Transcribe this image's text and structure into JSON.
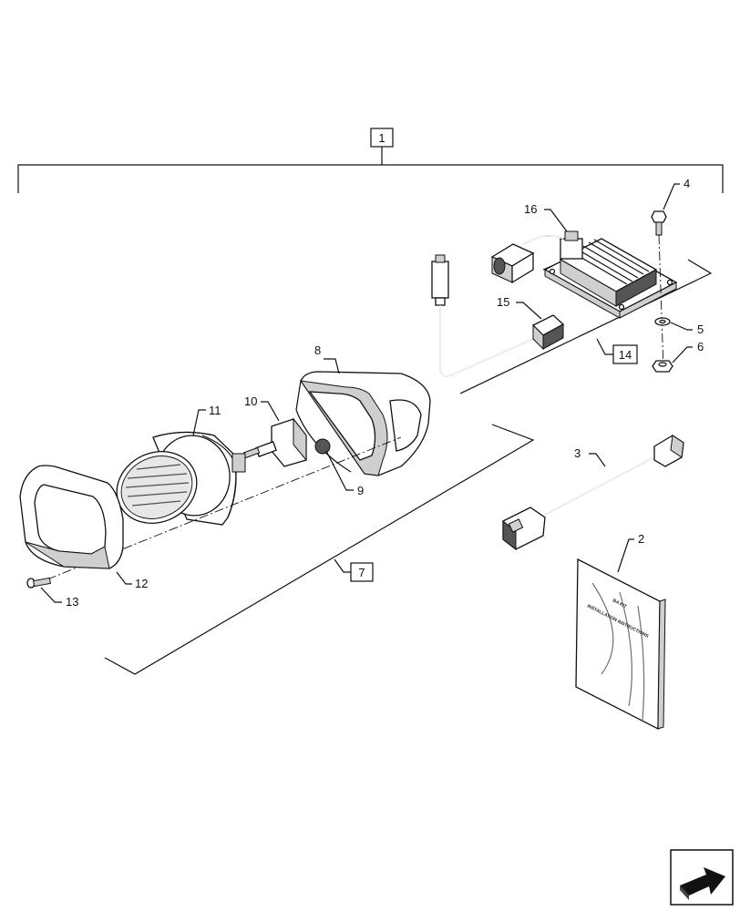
{
  "callouts": {
    "c1": "1",
    "c2": "2",
    "c3": "3",
    "c4": "4",
    "c5": "5",
    "c6": "6",
    "c7": "7",
    "c8": "8",
    "c9": "9",
    "c10": "10",
    "c11": "11",
    "c12": "12",
    "c13": "13",
    "c14": "14",
    "c15": "15",
    "c16": "16"
  },
  "manual": {
    "line1": "BA KIT",
    "line2": "INSTALLATION INSTRUCTIONS"
  },
  "icons": {
    "nav": "next-page-arrow-icon"
  }
}
